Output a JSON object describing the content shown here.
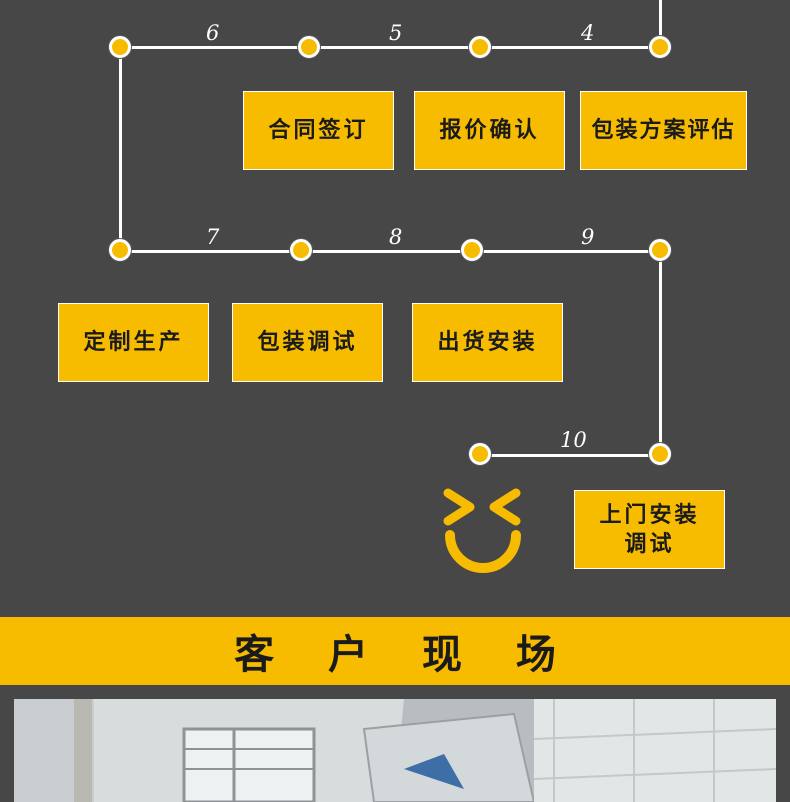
{
  "colors": {
    "background": "#474747",
    "accent": "#f7bc00",
    "line": "#ffffff",
    "text": "#1b1b1b"
  },
  "process": {
    "step_numbers": [
      "4",
      "5",
      "6",
      "7",
      "8",
      "9",
      "10"
    ],
    "steps": [
      {
        "label": "合同签订"
      },
      {
        "label": "报价确认"
      },
      {
        "label": "包装方案评估"
      },
      {
        "label": "定制生产"
      },
      {
        "label": "包装调试"
      },
      {
        "label": "出货安装"
      },
      {
        "label": "上门安装调试"
      }
    ],
    "end_icon": "smiley-face-icon"
  },
  "section": {
    "title": "客 户 现 场"
  },
  "photo": {
    "description_icon": "factory-photo"
  }
}
